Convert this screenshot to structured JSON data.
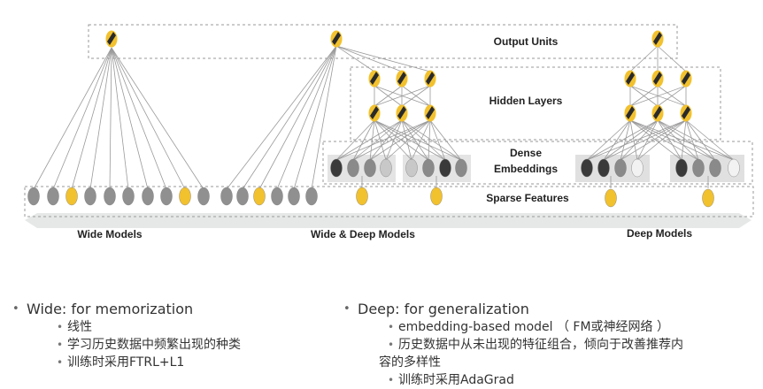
{
  "diagram": {
    "layer_labels": {
      "output_units": "Output Units",
      "hidden_layers": "Hidden Layers",
      "dense_line1": "Dense",
      "dense_line2": "Embeddings",
      "sparse_features": "Sparse Features"
    },
    "models": [
      "Wide Models",
      "Wide & Deep Models",
      "Deep Models"
    ],
    "colors": {
      "sparse_gray": "#909090",
      "sparse_yellow": "#f2c12e",
      "dense_dark": "#3a3a3a",
      "dense_mid": "#8a8a8a",
      "dense_light": "#c8c8c8",
      "dense_white": "#f2f2f2",
      "node_yellow": "#f2c12e",
      "node_mark": "#2a2a2a",
      "edge": "#9a9a9a",
      "model_band": "#e6e8e8"
    }
  },
  "bullets": {
    "left": {
      "title": "Wide: for memorization",
      "items": [
        "线性",
        "学习历史数据中频繁出现的种类",
        "训练时采用FTRL+L1"
      ]
    },
    "right": {
      "title": "Deep: for generalization",
      "items": [
        "embedding-based model （ FM或神经网络 ）",
        "历史数据中从未出现的特征组合，倾向于改善推荐内",
        "容的多样性",
        "训练时采用AdaGrad"
      ]
    }
  }
}
